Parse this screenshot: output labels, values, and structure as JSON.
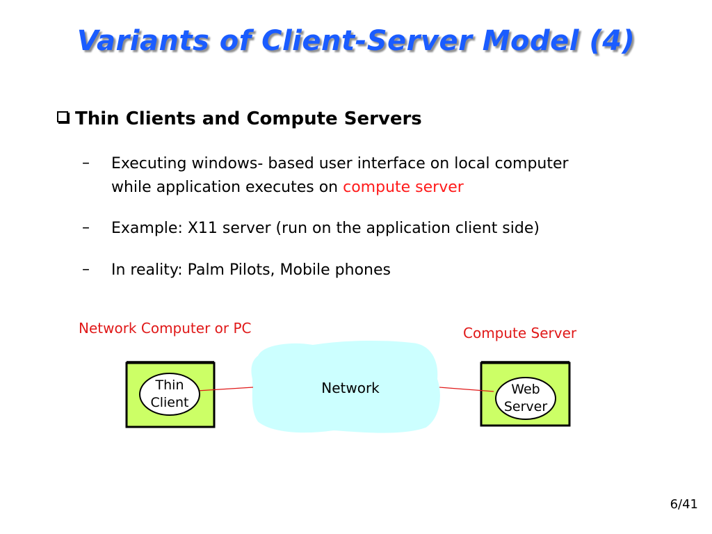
{
  "slide": {
    "title": "Variants of Client-Server Model (4)",
    "heading": "Thin Clients and Compute Servers",
    "bullets": {
      "b1_line1": "Executing windows- based user interface on local computer",
      "b1_line2_prefix": "while application executes on ",
      "b1_line2_highlight": "compute server",
      "b2": "Example: X11 server (run on the application client side)",
      "b3": "In reality: Palm Pilots, Mobile phones"
    },
    "dash": "–",
    "page_number": "6/41"
  },
  "diagram": {
    "left_caption": "Network Computer or PC",
    "right_caption": "Compute Server",
    "network_label": "Network",
    "client_line1": "Thin",
    "client_line2": "Client",
    "server_line1": "Web",
    "server_line2": "Server",
    "colors": {
      "box_fill": "#ccff66",
      "cloud_fill": "#ccffff",
      "ellipse_fill": "#ffffff",
      "link": "#e01818",
      "caption": "#e01818",
      "title": "#1a5cff"
    }
  }
}
